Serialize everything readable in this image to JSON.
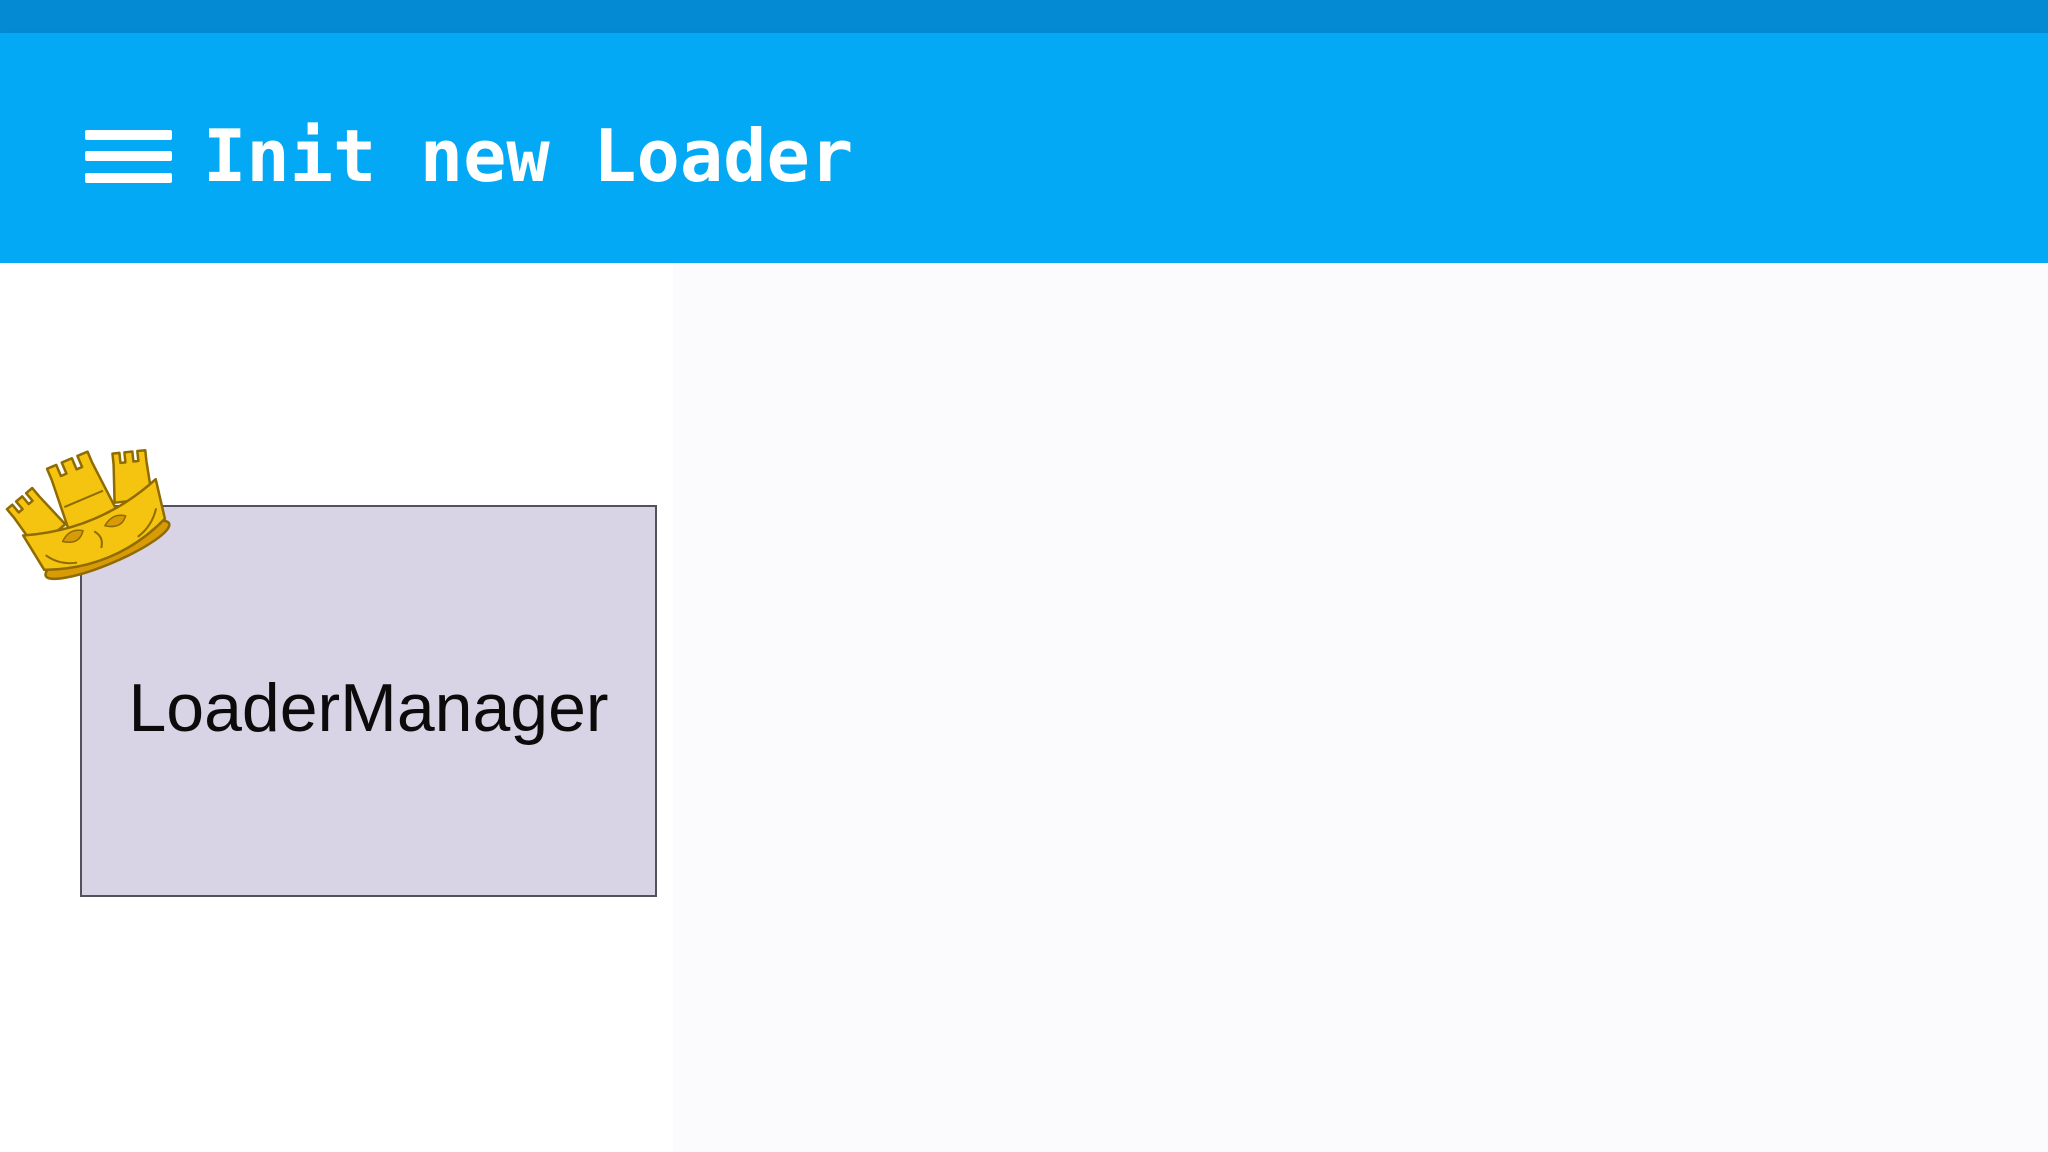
{
  "header": {
    "title": "Init new Loader",
    "menu_icon": "hamburger-menu",
    "bg_color": "#03a9f4",
    "statusbar_color": "#0489d3",
    "title_color": "#ffffff"
  },
  "canvas": {
    "nodes": [
      {
        "label": "LoaderManager",
        "badge_icon": "crown",
        "fill": "#d9d3e6",
        "border_color": "#55515c"
      }
    ]
  },
  "colors": {
    "crown_gold": "#f4c411",
    "crown_gold_dark": "#d89b06",
    "crown_outline": "#8f6b00"
  }
}
